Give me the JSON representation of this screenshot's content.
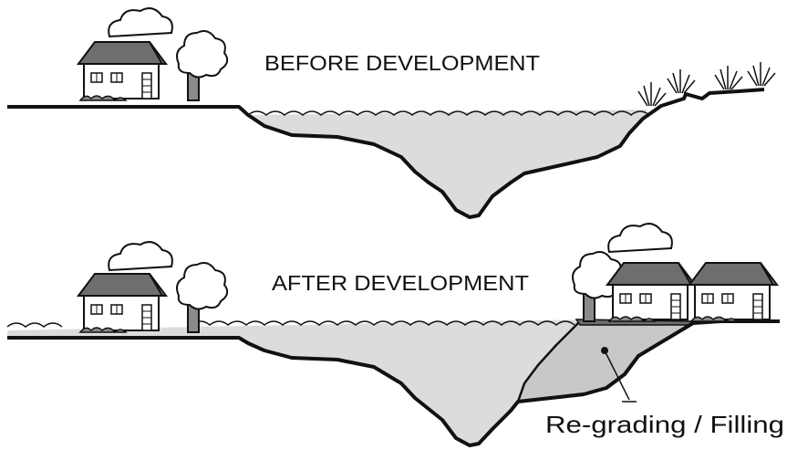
{
  "before": {
    "label": "BEFORE DEVELOPMENT"
  },
  "after": {
    "label": "AFTER  DEVELOPMENT"
  },
  "annotation": {
    "label": "Re-grading / Filling"
  },
  "colors": {
    "water": "#dcdcdc",
    "fill_area": "#c8c8c8",
    "line": "#111111",
    "roof": "#6e6e6e"
  }
}
